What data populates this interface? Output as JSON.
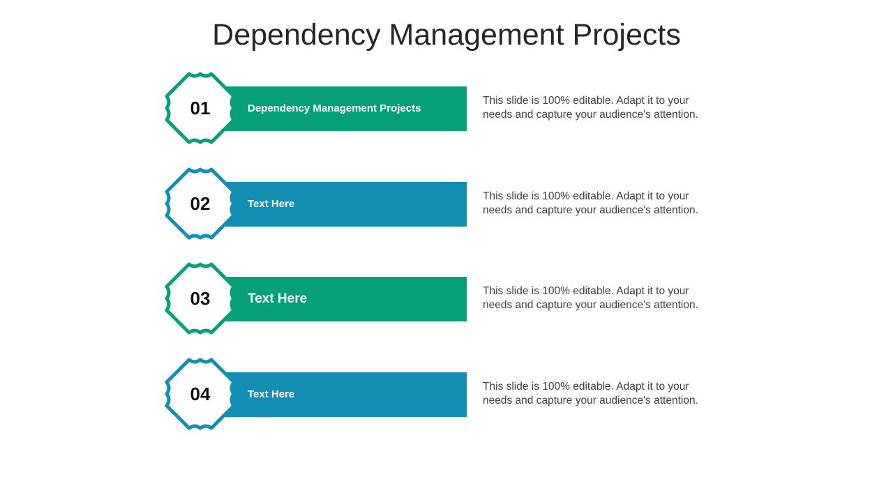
{
  "title": "Dependency Management Projects",
  "colors": {
    "green": "#05A07A",
    "blue": "#118EB2"
  },
  "items": [
    {
      "number": "01",
      "label": "Dependency Management Projects",
      "color": "green",
      "description": "This slide is 100% editable. Adapt it to your needs and capture your audience's attention."
    },
    {
      "number": "02",
      "label": "Text Here",
      "color": "blue",
      "description": "This slide is 100% editable. Adapt it to your needs and capture your audience's attention."
    },
    {
      "number": "03",
      "label": "Text Here",
      "color": "green",
      "description": "This slide is 100% editable. Adapt it to your needs and capture your audience's attention."
    },
    {
      "number": "04",
      "label": "Text Here",
      "color": "blue",
      "description": "This slide is 100% editable. Adapt it to your needs and capture your audience's attention."
    }
  ]
}
